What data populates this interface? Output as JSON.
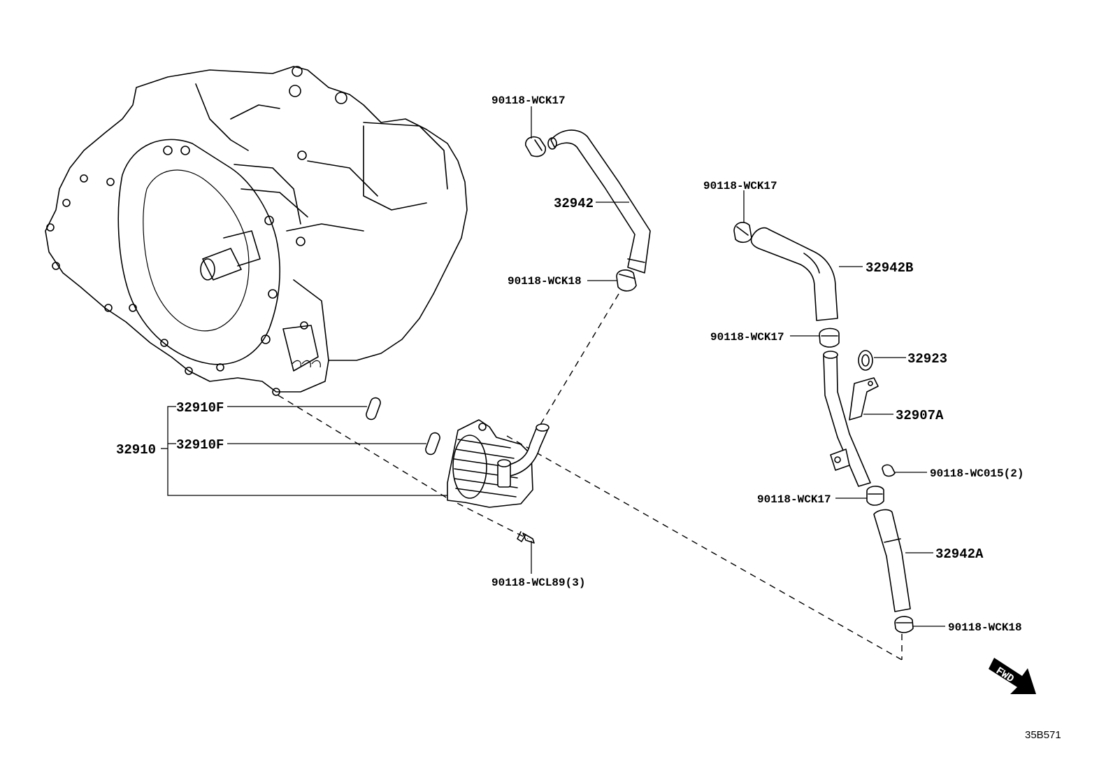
{
  "labels": {
    "wck17_top": "90118-WCK17",
    "p32942": "32942",
    "wck18_mid": "90118-WCK18",
    "wck17_right_top": "90118-WCK17",
    "p32942b": "32942B",
    "wck17_right_mid": "90118-WCK17",
    "p32923": "32923",
    "p32907a": "32907A",
    "wc015": "90118-WC015(2)",
    "wck17_right_low": "90118-WCK17",
    "p32942a": "32942A",
    "wck18_bottom": "90118-WCK18",
    "p32910f_top": "32910F",
    "p32910f_bottom": "32910F",
    "p32910": "32910",
    "wcl89": "90118-WCL89(3)",
    "fwd": "FWD",
    "diagram_code": "35B571"
  }
}
